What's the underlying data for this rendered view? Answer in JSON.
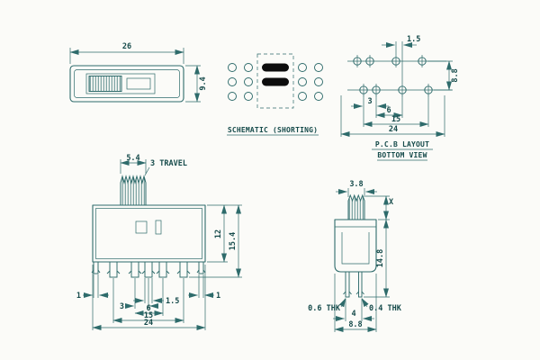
{
  "palette": {
    "ink": "#2e6b6b",
    "text": "#164b4b",
    "shorting_bar": "#0d0d0d",
    "background": "#fbfbf8"
  },
  "top_view": {
    "dim_width": "26",
    "dim_height": "9.4"
  },
  "schematic": {
    "label": "SCHEMATIC (SHORTING)"
  },
  "pcb": {
    "label_line1": "P.C.B LAYOUT",
    "label_line2": "BOTTOM VIEW",
    "dim_stagger": "1.5",
    "dim_row_pitch": "8.8",
    "dim_pin_gap": "3",
    "dim_pin_gap2": "6",
    "dim_span": "15",
    "dim_overall": "24"
  },
  "front_view": {
    "dim_knob_width": "5.4",
    "travel_label": "3 TRAVEL",
    "dim_body_height": "12",
    "dim_total_height": "15.4",
    "dim_leg_left": "1",
    "dim_pin_width": "1.5",
    "dim_leg_right": "1",
    "dim_pin_gap": "3",
    "dim_pin_gap2": "6",
    "dim_span": "15",
    "dim_overall": "24"
  },
  "side_view": {
    "dim_knob_width": "3.8",
    "dim_knob_height": "X",
    "dim_height": "14.8",
    "thk_left": "0.6 THK",
    "thk_right": "0.4 THK",
    "dim_pin_span": "4",
    "dim_width": "8.8"
  }
}
